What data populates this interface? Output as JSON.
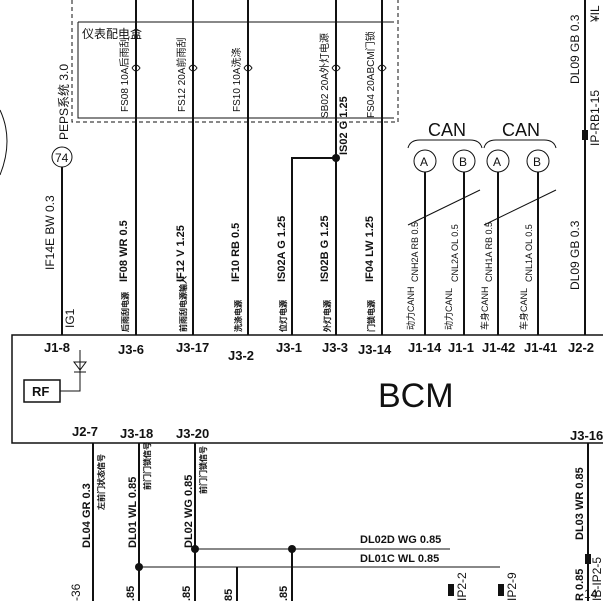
{
  "module": {
    "name": "BCM",
    "rf": "RF"
  },
  "fuse_box": {
    "title": "仪表配电盒"
  },
  "can_groups": [
    {
      "title": "CAN",
      "nodes": [
        "A",
        "B"
      ]
    },
    {
      "title": "CAN",
      "nodes": [
        "A",
        "B"
      ]
    }
  ],
  "fuses": [
    "FS08 10A后雨刮",
    "FS12 20A前雨刮",
    "FS10 10A洗涤",
    "SB02 20A外灯电源",
    "FS04 20ABCM门锁"
  ],
  "pepes": {
    "label": "PEPS系统 3.0",
    "number": "74"
  },
  "top_wires": [
    "IF14E BW 0.3",
    "IF08 WR 0.5",
    "IF12 V 1.25",
    "IF10 RB 0.5",
    "IS02A G 1.25",
    "IS02B G 1.25",
    "IF04 LW 1.25",
    "IS02 G 1.25",
    "DL09 GB 0.3",
    "DL09 GB 0.3",
    "IP-RB1-15",
    "¥IL"
  ],
  "top_functions": [
    "IG1",
    "后雨刮电源",
    "前雨刮电源输入",
    "洗涤电源",
    "位灯电源",
    "外灯电源",
    "门锁电源"
  ],
  "can_signals": [
    "动力CANH",
    "动力CANL",
    "车身CANH",
    "车身CANL"
  ],
  "can_wires": [
    "CNH2A RB 0.5",
    "CNL2A OL 0.5",
    "CNH1A RB 0.5",
    "CNL1A OL 0.5"
  ],
  "top_pins": [
    "J1-8",
    "J3-6",
    "J3-17",
    "J3-2",
    "J3-1",
    "J3-3",
    "J3-14",
    "J1-14",
    "J1-1",
    "J1-42",
    "J1-41",
    "J2-2"
  ],
  "bottom_pins": [
    "J2-7",
    "J3-18",
    "J3-20",
    "J3-16"
  ],
  "bottom_wires": [
    "DL04 GR 0.3",
    "DL01 WL 0.85",
    "DL02 WG 0.85",
    "DL03 WR 0.85",
    "DL02D WG 0.85",
    "DL01C WL 0.85"
  ],
  "bottom_functions": [
    "左前门状态信号",
    "前门门锁信号",
    "前门门锁信号"
  ],
  "bottom_edge": [
    "-36",
    ".85",
    ".85",
    "85",
    ".85",
    "IP2-2",
    "IP2-9",
    "R 0.85",
    "IB-IP2-5",
    "-14"
  ]
}
